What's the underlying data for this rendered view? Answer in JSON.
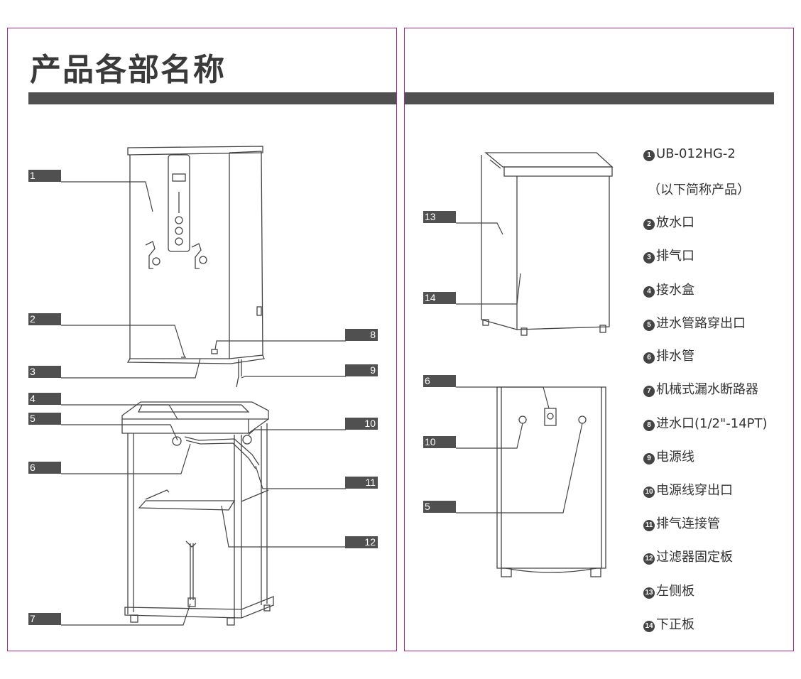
{
  "page": {
    "title": "产品各部名称"
  },
  "callouts": {
    "left": [
      "1",
      "2",
      "3",
      "4",
      "5",
      "6",
      "7",
      "8",
      "9",
      "10",
      "11",
      "12"
    ],
    "right": [
      "13",
      "14",
      "6",
      "10",
      "5"
    ]
  },
  "legend": [
    {
      "num": "1",
      "text": "UB-012HG-2"
    },
    {
      "num": "",
      "text": "（以下简称产品）"
    },
    {
      "num": "2",
      "text": "放水口"
    },
    {
      "num": "3",
      "text": "排气口"
    },
    {
      "num": "4",
      "text": "接水盒"
    },
    {
      "num": "5",
      "text": "进水管路穿出口"
    },
    {
      "num": "6",
      "text": "排水管"
    },
    {
      "num": "7",
      "text": "机械式漏水断路器"
    },
    {
      "num": "8",
      "text": "进水口(1/2\"-14PT)"
    },
    {
      "num": "9",
      "text": "电源线"
    },
    {
      "num": "10",
      "text": "电源线穿出口"
    },
    {
      "num": "11",
      "text": "排气连接管"
    },
    {
      "num": "12",
      "text": "过滤器固定板"
    },
    {
      "num": "13",
      "text": "左侧板"
    },
    {
      "num": "14",
      "text": "下正板"
    }
  ],
  "colors": {
    "frame": "#b0268c",
    "bar": "#505050",
    "line": "#444444"
  }
}
